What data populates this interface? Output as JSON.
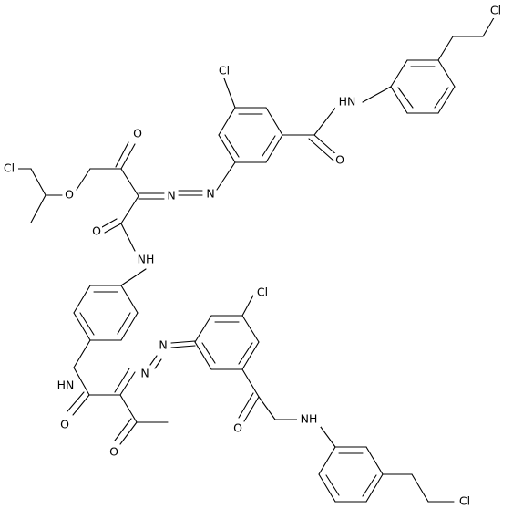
{
  "structure": {
    "atom_labels": {
      "cl_top": "Cl",
      "cl_chloroethyl_top": "Cl",
      "nh_amide_top": "HN",
      "o_amide_top": "O",
      "cl_ethoxy": "Cl",
      "o_ether": "O",
      "o_ketone_top": "O",
      "o_amide_mid": "O",
      "nh_mid_top": "NH",
      "n_azo_1a": "N",
      "n_azo_1b": "N",
      "cl_mid": "Cl",
      "nh_mid_bottom": "HN",
      "n_azo_2a": "N",
      "n_azo_2b": "N",
      "o_amide_low": "O",
      "o_ketone_low": "O",
      "nh_amide_bottom": "NH",
      "o_amide_bottom": "O",
      "cl_chloroethyl_bottom": "Cl"
    },
    "colors": {
      "bond": "#000000",
      "background": "#ffffff"
    }
  }
}
